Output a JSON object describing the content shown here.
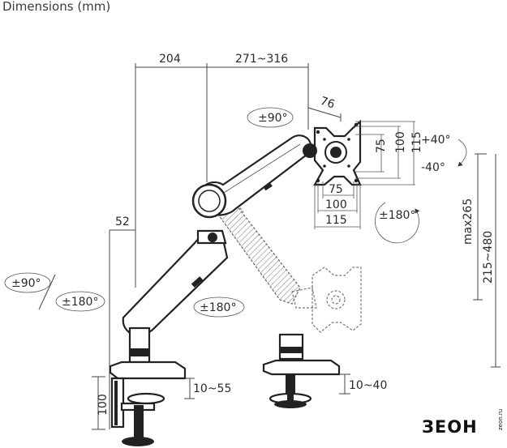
{
  "title": "Dimensions (mm)",
  "dimensions": {
    "top_left": "204",
    "top_right": "271~316",
    "vesa_offset": "76",
    "pole_offset": "52",
    "vesa_h_75": "75",
    "vesa_h_100": "100",
    "vesa_h_115": "115",
    "vesa_w_75": "75",
    "vesa_w_100": "100",
    "vesa_w_115": "115",
    "max_height": "max265",
    "height_range": "215~480",
    "clamp_height": "100",
    "clamp_range": "10~55",
    "grommet_range": "10~40"
  },
  "rotations": {
    "monitor_rotate": "±90°",
    "tilt_up": "+40°",
    "tilt_down": "-40°",
    "swivel_head": "±180°",
    "base_rotate": "±90°",
    "base_swivel": "±180°",
    "arm_swivel": "±180°"
  },
  "brand": {
    "name": "ЗЕОН",
    "sub": "zeon.ru"
  }
}
